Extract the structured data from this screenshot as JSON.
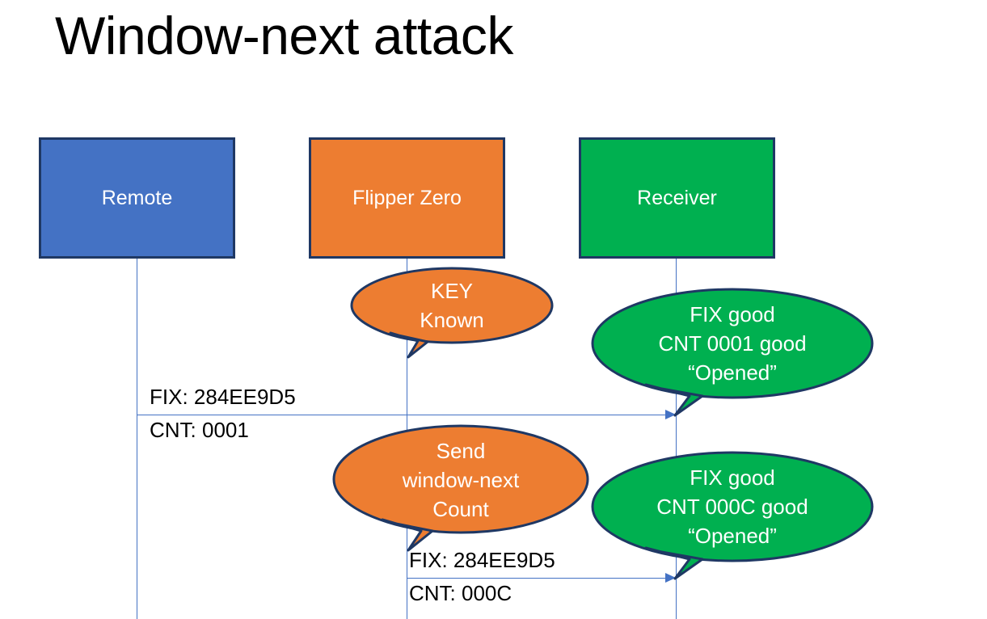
{
  "slide": {
    "title": "Window-next attack"
  },
  "actors": [
    {
      "id": "remote",
      "label": "Remote",
      "color": "#4472C4"
    },
    {
      "id": "flipper",
      "label": "Flipper Zero",
      "color": "#ED7D31"
    },
    {
      "id": "receiver",
      "label": "Receiver",
      "color": "#00B050"
    }
  ],
  "bubbles": [
    {
      "id": "key-known",
      "owner": "flipper",
      "color": "#ED7D31",
      "lines": [
        "KEY",
        "Known"
      ]
    },
    {
      "id": "fix-cnt-0001",
      "owner": "receiver",
      "color": "#00B050",
      "lines": [
        "FIX good",
        "CNT 0001 good",
        "“Opened”"
      ]
    },
    {
      "id": "send-window",
      "owner": "flipper",
      "color": "#ED7D31",
      "lines": [
        "Send",
        "window-next",
        "Count"
      ]
    },
    {
      "id": "fix-cnt-000c",
      "owner": "receiver",
      "color": "#00B050",
      "lines": [
        "FIX good",
        "CNT 000C good",
        "“Opened”"
      ]
    }
  ],
  "messages": [
    {
      "id": "msg1",
      "from": "remote",
      "to": "receiver",
      "fix_label": "FIX: 284EE9D5",
      "cnt_label": "CNT: 0001"
    },
    {
      "id": "msg2",
      "from": "flipper",
      "to": "receiver",
      "fix_label": "FIX: 284EE9D5",
      "cnt_label": "CNT: 000C"
    }
  ],
  "colors": {
    "blue": "#4472C4",
    "orange": "#ED7D31",
    "green": "#00B050",
    "outline": "#1F3864",
    "line": "#4472C4",
    "text_light": "#FFFFFF",
    "text_dark": "#000000",
    "background": "#FFFFFF"
  }
}
